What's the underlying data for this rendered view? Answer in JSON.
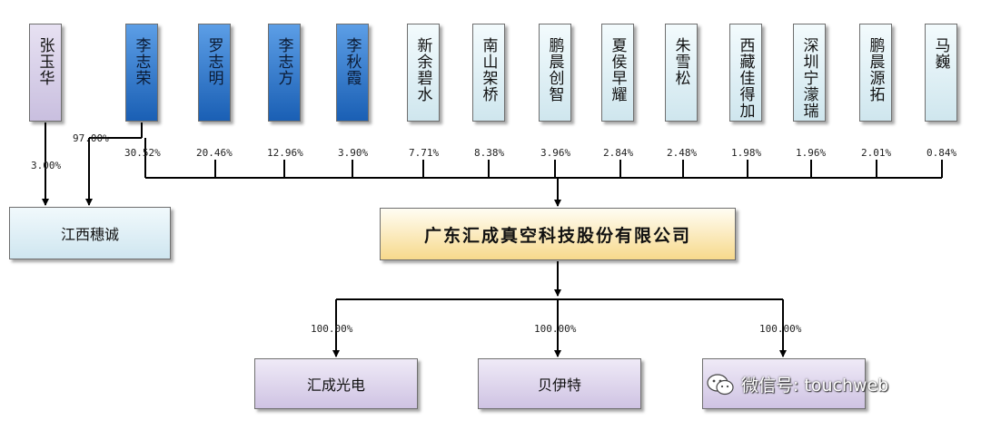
{
  "shareholders": [
    {
      "name": "张玉华",
      "pct": "3.00%"
    },
    {
      "name": "李志荣",
      "pct": "30.52%"
    },
    {
      "name": "罗志明",
      "pct": "20.46%"
    },
    {
      "name": "李志方",
      "pct": "12.96%"
    },
    {
      "name": "李秋霞",
      "pct": "3.90%"
    },
    {
      "name": "新余碧水",
      "pct": "7.71%"
    },
    {
      "name": "南山架桥",
      "pct": "8.38%"
    },
    {
      "name": "鹏晨创智",
      "pct": "3.96%"
    },
    {
      "name": "夏侯早耀",
      "pct": "2.84%"
    },
    {
      "name": "朱雪松",
      "pct": "2.48%"
    },
    {
      "name": "西藏佳得加",
      "pct": "1.98%"
    },
    {
      "name": "深圳宁濛瑞",
      "pct": "1.96%"
    },
    {
      "name": "鹏晨源拓",
      "pct": "2.01%"
    },
    {
      "name": "马巍",
      "pct": "0.84%"
    }
  ],
  "li_zhirong_to_jiangxi_pct": "97.00%",
  "jiangxi": "江西穗诚",
  "company": "广东汇成真空科技股份有限公司",
  "subsidiaries": [
    {
      "name": "汇成光电",
      "pct": "100.00%"
    },
    {
      "name": "贝伊特",
      "pct": "100.00%"
    },
    {
      "name": "",
      "pct": "100.00%"
    }
  ],
  "watermark": "微信号: touchweb"
}
